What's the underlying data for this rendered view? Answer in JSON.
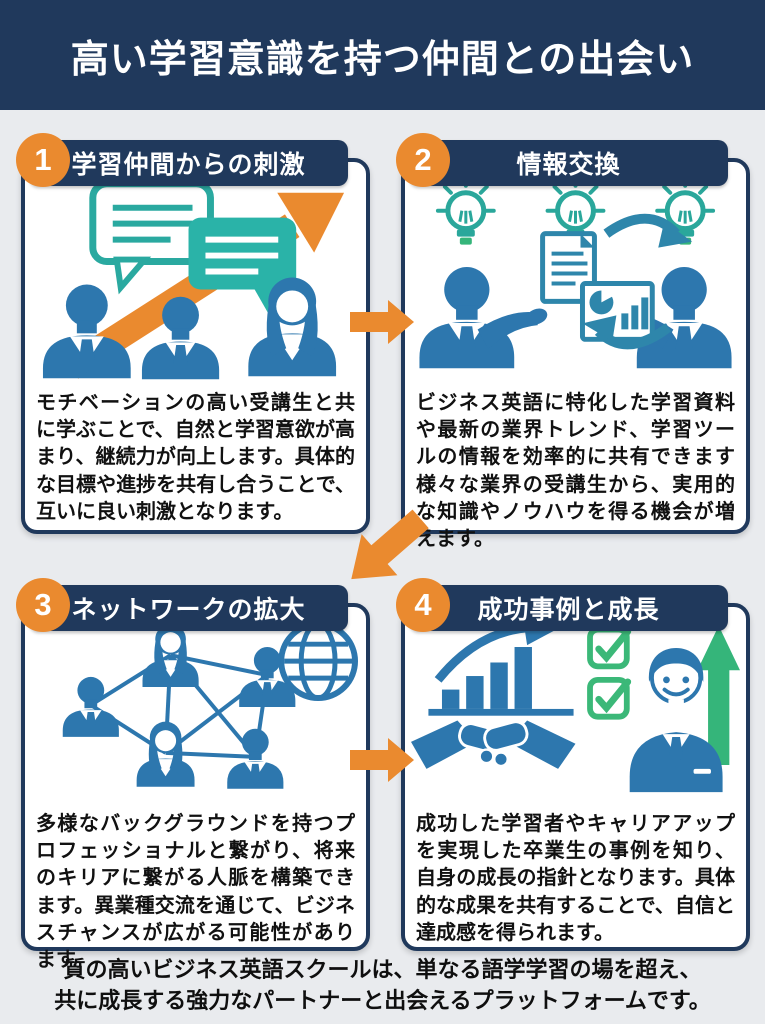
{
  "page": {
    "title": "高い学習意識を持つ仲間との出会い",
    "footer": {
      "line1": "質の高いビジネス英語スクールは、単なる語学学習の場を超え、",
      "line2": "共に成長する強力なパートナーと出会えるプラットフォームです。"
    }
  },
  "cards": [
    {
      "number": "1",
      "title": "学習仲間からの刺激",
      "body": "モチベーションの高い受講生と共に学ぶことで、自然と学習意欲が高まり、継続力が向上します。具体的な目標や進捗を共有し合うことで、互いに良い刺激となります。",
      "icons": [
        "speech-bubble-outline-icon",
        "speech-bubble-filled-icon",
        "growth-arrow-icon",
        "businessman-icon",
        "businesswoman-icon"
      ]
    },
    {
      "number": "2",
      "title": "情報交換",
      "body": "ビジネス英語に特化した学習資料や最新の業界トレンド、学習ツールの情報を効率的に共有できます様々な業界の受講生から、実用的な知識やノウハウを得る機会が増えます。",
      "icons": [
        "lightbulb-icon",
        "document-icon",
        "chart-icon",
        "exchange-arrows-icon",
        "businessman-icon"
      ]
    },
    {
      "number": "3",
      "title": "ネットワークの拡大",
      "body": "多様なバックグラウンドを持つプロフェッショナルと繋がり、将来のキリアに繋がる人脈を構築できます。異業種交流を通じて、ビジネスチャンスが広がる可能性があります。",
      "icons": [
        "people-network-icon",
        "globe-icon"
      ]
    },
    {
      "number": "4",
      "title": "成功事例と成長",
      "body": "成功した学習者やキャリアアップを実現した卒業生の事例を知り、自身の成長の指針となります。具体的な成果を共有することで、自信と達成感を得られます。",
      "icons": [
        "bar-chart-growth-icon",
        "handshake-icon",
        "checkbox-icon",
        "smiling-businessman-icon",
        "up-arrow-icon"
      ]
    }
  ],
  "flow_arrows": [
    "right-arrow-1-2",
    "down-left-arrow-2-3",
    "right-arrow-3-4"
  ],
  "colors": {
    "navy": "#20395c",
    "orange": "#ea8a2f",
    "blue": "#2d77ae",
    "teal": "#2aa9a0",
    "green": "#35b57a",
    "check_green": "#3bb878",
    "page_bg": "#e9ebee",
    "card_bg": "#ffffff",
    "text": "#111111"
  }
}
